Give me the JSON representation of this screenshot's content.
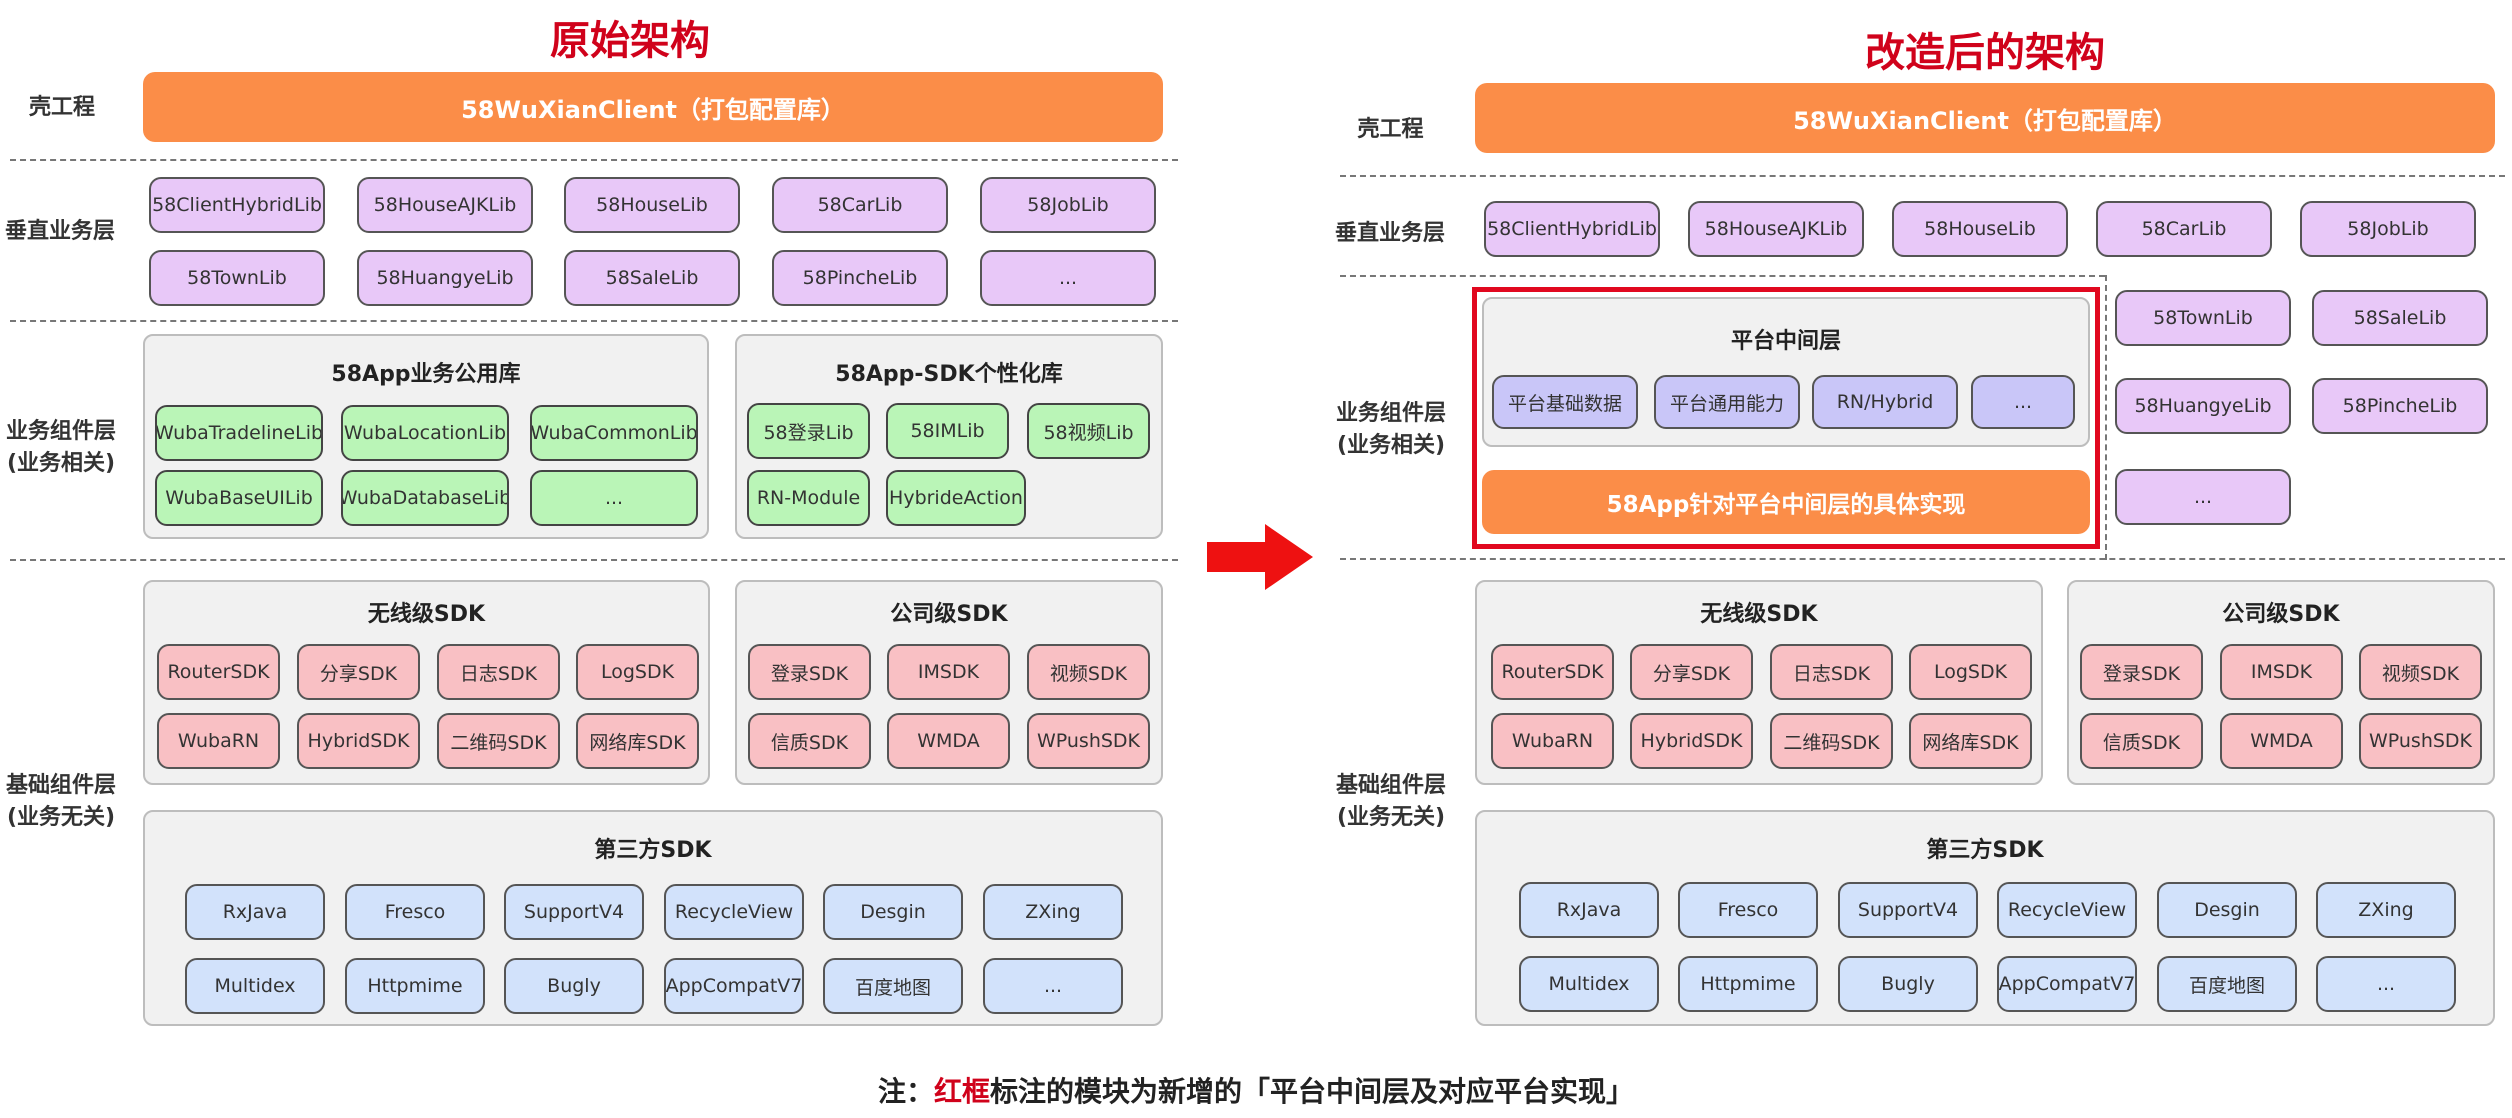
{
  "left": {
    "title": "原始架构",
    "shell_label": "壳工程",
    "shell_bar": "58WuXianClient（打包配置库）",
    "vertical_label": "垂直业务层",
    "vertical_row1": [
      "58ClientHybridLib",
      "58HouseAJKLib",
      "58HouseLib",
      "58CarLib",
      "58JobLib"
    ],
    "vertical_row2": [
      "58TownLib",
      "58HuangyeLib",
      "58SaleLib",
      "58PincheLib",
      "..."
    ],
    "biz_label_1": "业务组件层",
    "biz_label_2": "(业务相关)",
    "common_title": "58App业务公用库",
    "common_row1": [
      "WubaTradelineLib",
      "WubaLocationLib",
      "WubaCommonLib"
    ],
    "common_row2": [
      "WubaBaseUILib",
      "WubaDatabaseLib",
      "..."
    ],
    "sdk_title": "58App-SDK个性化库",
    "sdk_row1": [
      "58登录Lib",
      "58IMLib",
      "58视频Lib"
    ],
    "sdk_row2": [
      "RN-Module",
      "HybrideAction"
    ]
  },
  "right": {
    "title": "改造后的架构",
    "shell_label": "壳工程",
    "shell_bar": "58WuXianClient（打包配置库）",
    "vertical_label": "垂直业务层",
    "vertical_row1": [
      "58ClientHybridLib",
      "58HouseAJKLib",
      "58HouseLib",
      "58CarLib",
      "58JobLib"
    ],
    "side_libs": [
      "58TownLib",
      "58SaleLib",
      "58HuangyeLib",
      "58PincheLib",
      "..."
    ],
    "biz_label_1": "业务组件层",
    "biz_label_2": "(业务相关)",
    "middle_title": "平台中间层",
    "middle_items": [
      "平台基础数据",
      "平台通用能力",
      "RN/Hybrid",
      "..."
    ],
    "impl_bar": "58App针对平台中间层的具体实现"
  },
  "base": {
    "label_1": "基础组件层",
    "label_2": "(业务无关)",
    "wireless_title": "无线级SDK",
    "wireless_row1": [
      "RouterSDK",
      "分享SDK",
      "日志SDK",
      "LogSDK"
    ],
    "wireless_row2": [
      "WubaRN",
      "HybridSDK",
      "二维码SDK",
      "网络库SDK"
    ],
    "company_title": "公司级SDK",
    "company_row1": [
      "登录SDK",
      "IMSDK",
      "视频SDK"
    ],
    "company_row2": [
      "信质SDK",
      "WMDA",
      "WPushSDK"
    ],
    "third_title": "第三方SDK",
    "third_row1": [
      "RxJava",
      "Fresco",
      "SupportV4",
      "RecycleView",
      "Desgin",
      "ZXing"
    ],
    "third_row2": [
      "Multidex",
      "Httpmime",
      "Bugly",
      "AppCompatV7",
      "百度地图",
      "..."
    ]
  },
  "note": {
    "prefix": "注：",
    "highlight": "红框",
    "suffix": "标注的模块为新增的「平台中间层及对应平台实现」"
  },
  "colors": {
    "orange": "#fb8d48",
    "purple": "#e8c8f8",
    "green": "#baf5b7",
    "pink": "#f9c0c4",
    "blue": "#d2e2fb",
    "lavender": "#c9c6f8",
    "red": "#e1081f"
  },
  "icons": {
    "arrow": "red-arrow-right"
  }
}
